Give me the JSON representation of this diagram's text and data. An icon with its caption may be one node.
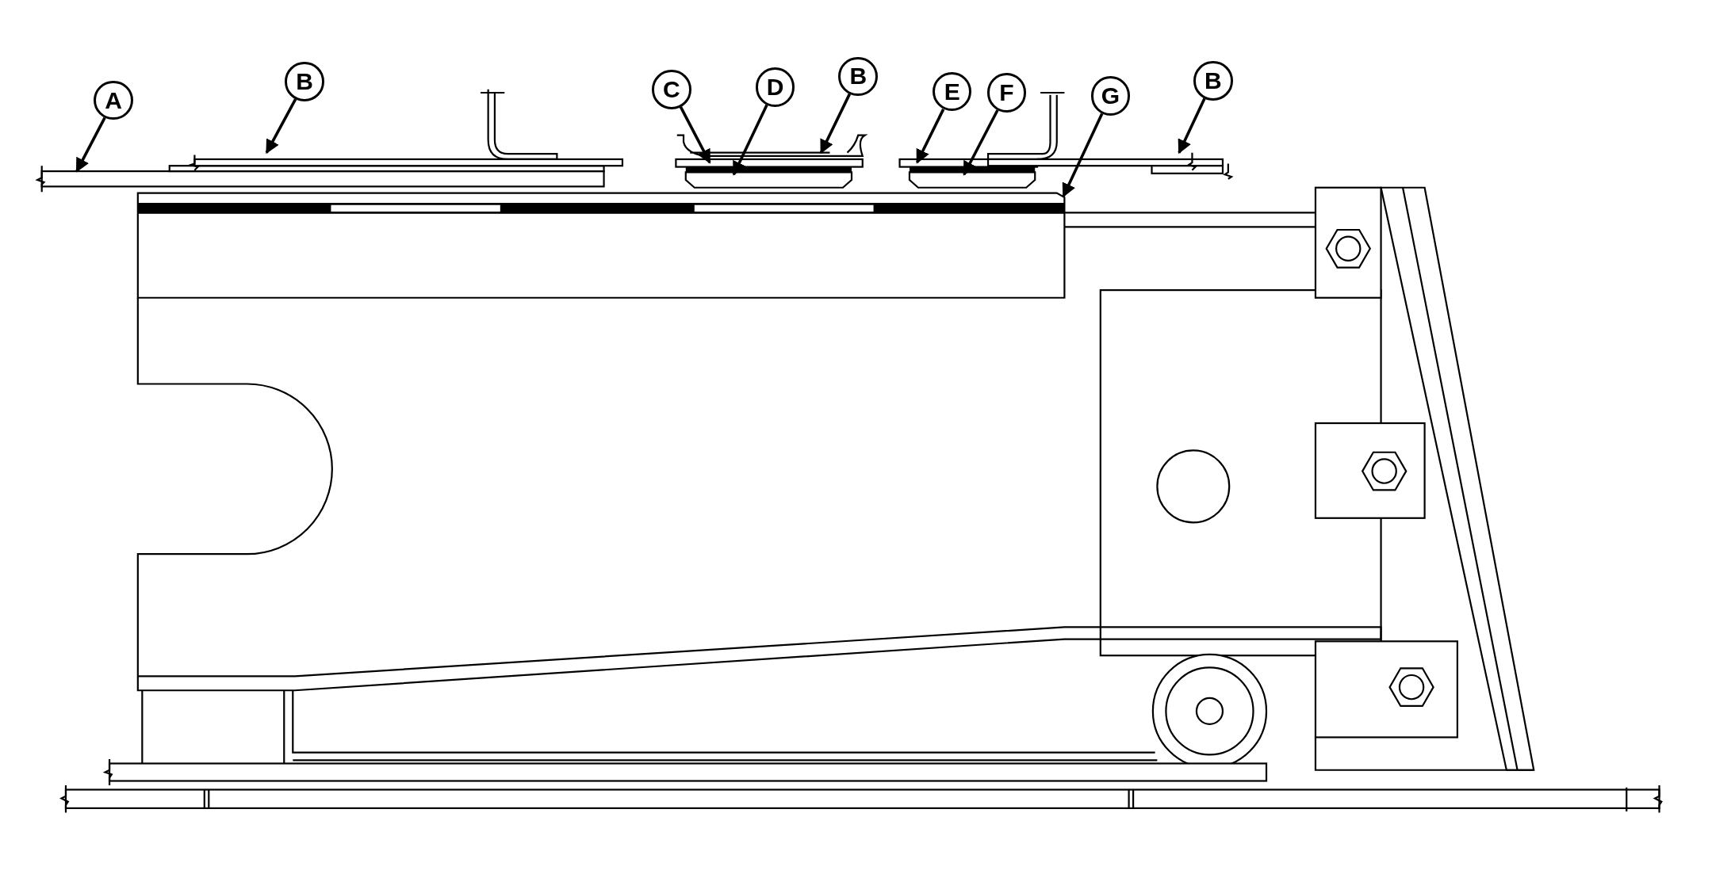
{
  "diagram": {
    "nodes": [
      {
        "text": [
          "A"
        ]
      },
      {
        "text": [
          "B"
        ]
      },
      {
        "text": [
          "C"
        ]
      },
      {
        "text": [
          "D"
        ]
      },
      {
        "text": [
          "B"
        ]
      },
      {
        "text": [
          "E"
        ]
      },
      {
        "text": [
          "F"
        ]
      },
      {
        "text": [
          "G"
        ]
      },
      {
        "text": [
          "B"
        ]
      }
    ],
    "edges": [
      {
        "from": 0,
        "to": null,
        "arrow": "to"
      },
      {
        "from": 1,
        "to": null,
        "arrow": "to"
      },
      {
        "from": 2,
        "to": null,
        "arrow": "to"
      },
      {
        "from": 3,
        "to": null,
        "arrow": "to"
      },
      {
        "from": 4,
        "to": null,
        "arrow": "to"
      },
      {
        "from": 5,
        "to": null,
        "arrow": "to"
      },
      {
        "from": 6,
        "to": null,
        "arrow": "to"
      },
      {
        "from": 7,
        "to": null,
        "arrow": "to"
      },
      {
        "from": 8,
        "to": null,
        "arrow": "to"
      }
    ]
  }
}
